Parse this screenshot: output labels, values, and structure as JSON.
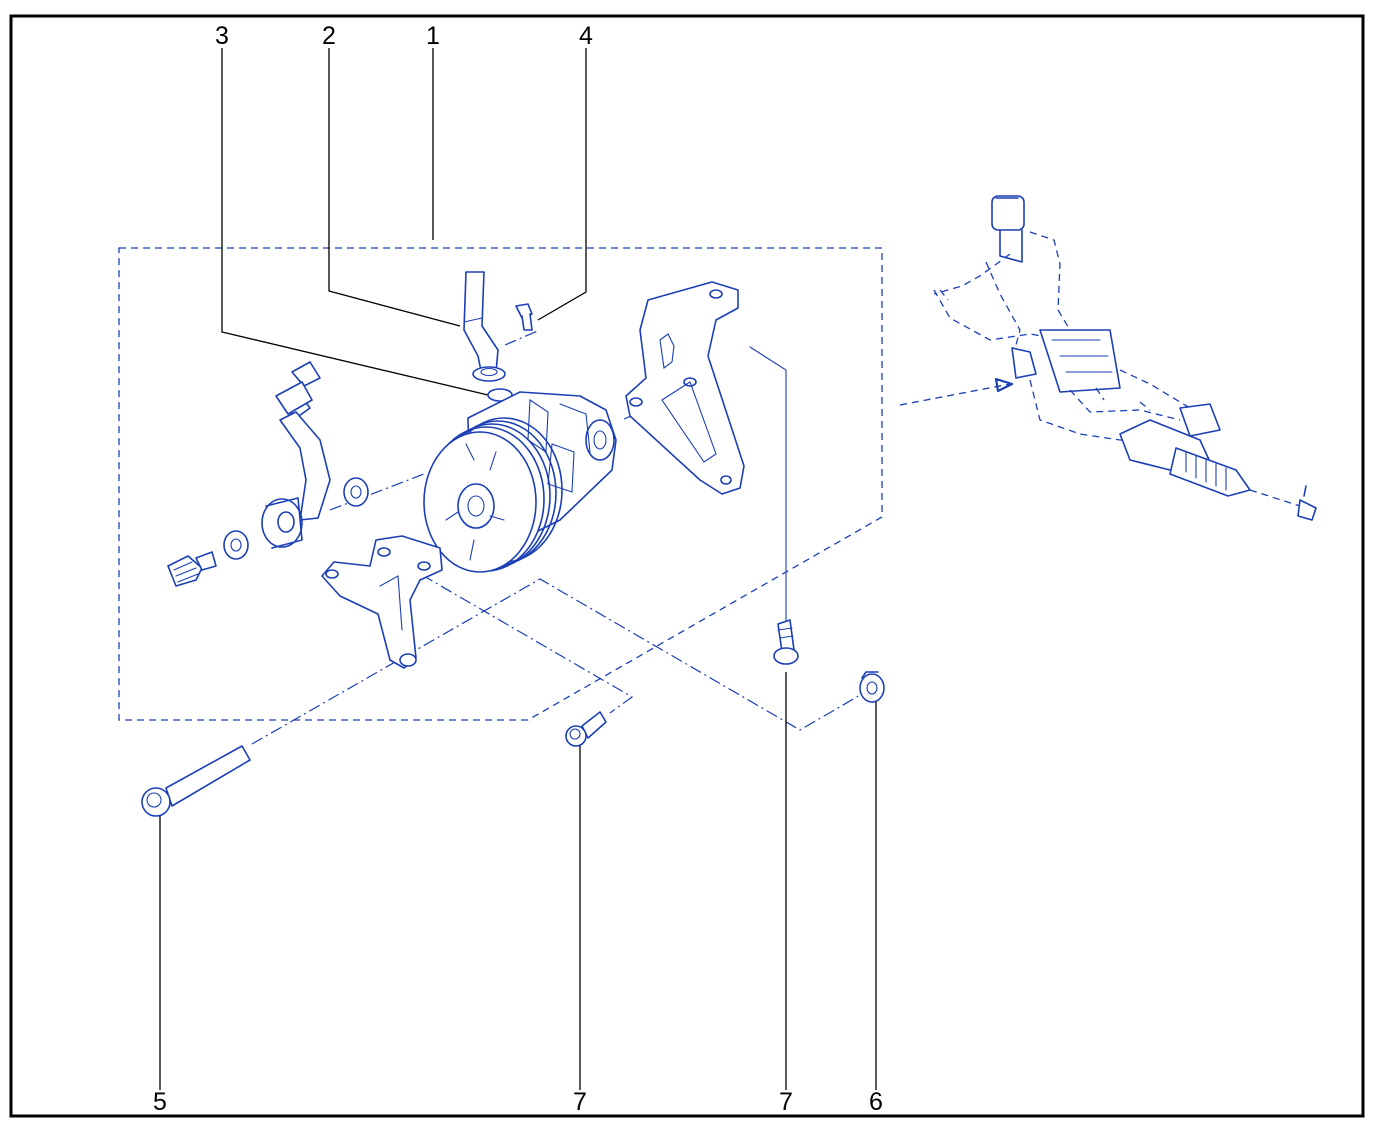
{
  "callouts": {
    "c1": "1",
    "c2": "2",
    "c3": "3",
    "c4": "4",
    "c5": "5",
    "c6": "6",
    "c7a": "7",
    "c7b": "7"
  },
  "colors": {
    "line": "#1b3fb5",
    "leader": "#000000",
    "frame": "#000000",
    "background": "#ffffff"
  }
}
